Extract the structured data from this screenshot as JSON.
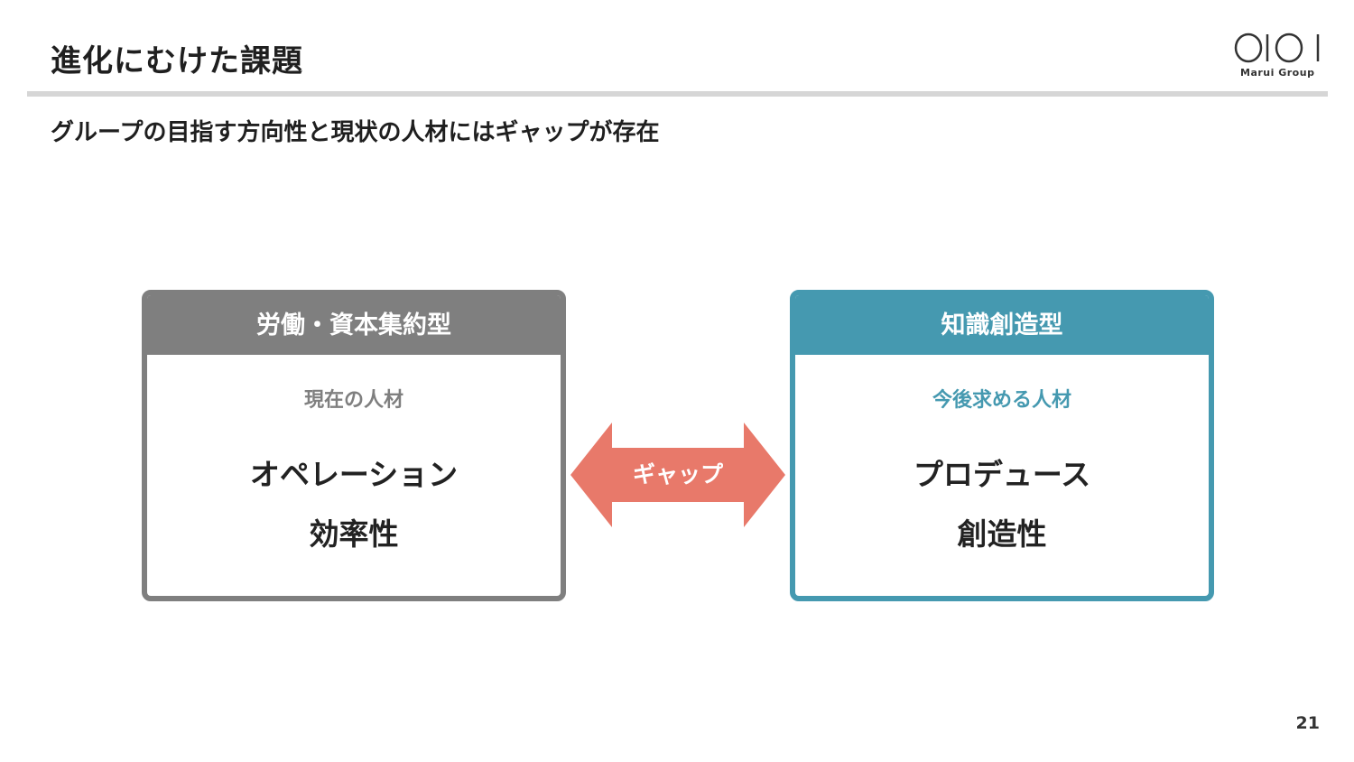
{
  "header": {
    "title": "進化にむけた課題",
    "logo_text": "Marui Group"
  },
  "subtitle": "グループの目指す方向性と現状の人材にはギャップが存在",
  "left_box": {
    "heading": "労働・資本集約型",
    "role": "現在の人材",
    "line1": "オペレーション",
    "line2": "効率性",
    "color": "#7f7f7f"
  },
  "right_box": {
    "heading": "知識創造型",
    "role": "今後求める人材",
    "line1": "プロデュース",
    "line2": "創造性",
    "color": "#4599b0"
  },
  "gap_arrow": {
    "label": "ギャップ",
    "color": "#e8796a"
  },
  "page_number": "21"
}
